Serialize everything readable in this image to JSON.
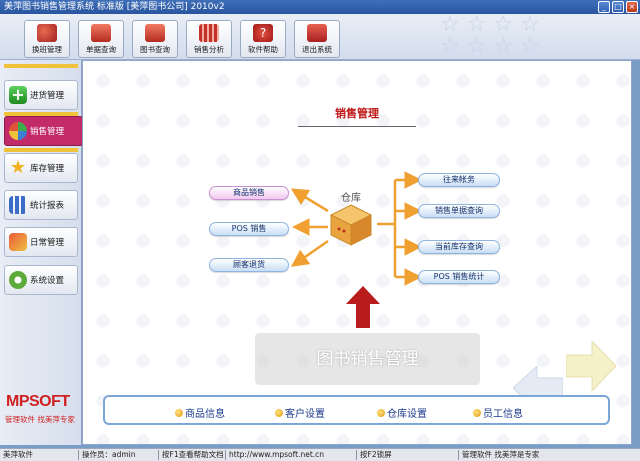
{
  "window": {
    "title": "美萍图书销售管理系统  标准版  [美萍图书公司]  2010v2",
    "buttons": [
      "_",
      "□",
      "×"
    ]
  },
  "toolbar": {
    "items": [
      {
        "label": "换班管理",
        "icon": "users-icon",
        "color": "#d64a3a"
      },
      {
        "label": "单据查询",
        "icon": "search-icon",
        "color": "#c4302a"
      },
      {
        "label": "图书查询",
        "icon": "book-icon",
        "color": "#c4302a"
      },
      {
        "label": "销售分析",
        "icon": "chart-icon",
        "color": "#c4302a"
      },
      {
        "label": "软件帮助",
        "icon": "help-icon",
        "color": "#c4302a"
      },
      {
        "label": "退出系统",
        "icon": "exit-icon",
        "color": "#c4302a"
      }
    ]
  },
  "sidebar": {
    "items": [
      {
        "label": "进货管理",
        "icon": "plus-icon",
        "active": false
      },
      {
        "label": "销售管理",
        "icon": "globe-icon",
        "active": true
      },
      {
        "label": "库存管理",
        "icon": "star-icon",
        "active": false
      },
      {
        "label": "统计报表",
        "icon": "bar-chart-icon",
        "active": false
      },
      {
        "label": "日常管理",
        "icon": "tools-icon",
        "active": false
      },
      {
        "label": "系统设置",
        "icon": "gear-icon",
        "active": false
      }
    ],
    "logo": "MPSOFT",
    "logo_sub": "管理软件  找美萍专家"
  },
  "main": {
    "title": "销售管理",
    "hub_label": "仓库",
    "left_actions": [
      "商品销售",
      "POS 销售",
      "顾客退货"
    ],
    "right_actions": [
      "往来帐务",
      "销售单据查询",
      "当前库存查询",
      "POS 销售统计"
    ],
    "banner": "图书销售管理",
    "quick_links": [
      "商品信息",
      "客户设置",
      "仓库设置",
      "员工信息"
    ]
  },
  "status": {
    "cells": [
      "美萍软件",
      "操作员：admin",
      "按F1查看帮助文档",
      "http://www.mpsoft.net.cn",
      "按F2锁屏",
      "管理软件  找美萍是专家"
    ]
  },
  "colors": {
    "accent": "#c22a6a",
    "title_red": "#c01818",
    "arrow_orange": "#f0a030"
  }
}
